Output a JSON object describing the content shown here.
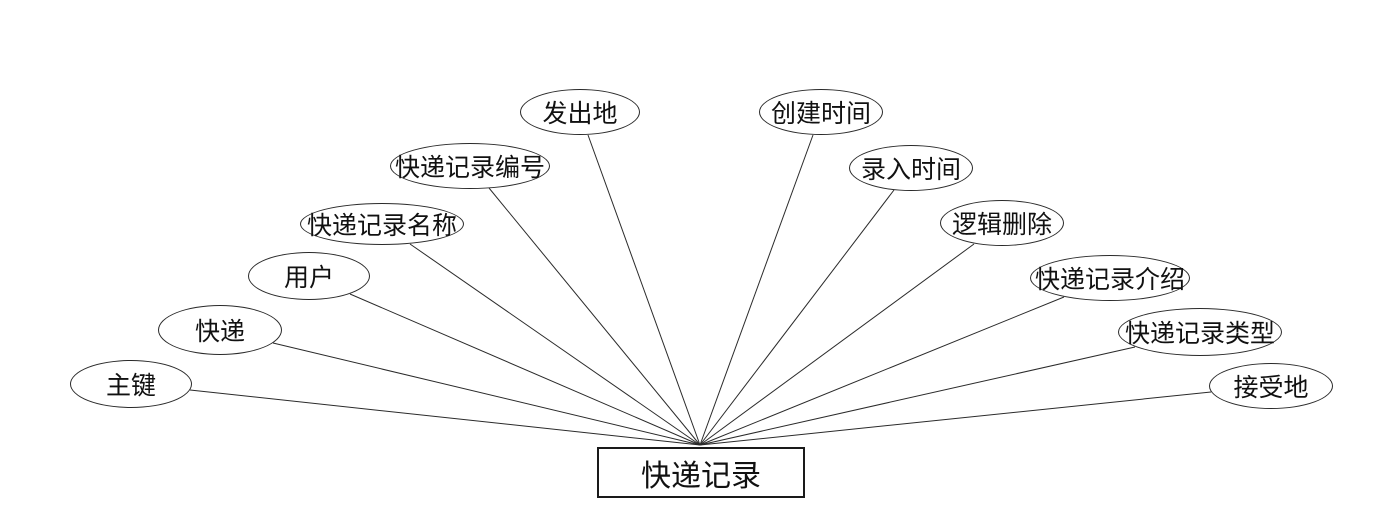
{
  "diagram": {
    "type": "er-attribute-diagram",
    "entity": {
      "label": "快递记录"
    },
    "attributes": [
      "主键",
      "快递",
      "用户",
      "快递记录名称",
      "快递记录编号",
      "发出地",
      "创建时间",
      "录入时间",
      "逻辑删除",
      "快递记录介绍",
      "快递记录类型",
      "接受地"
    ],
    "colors": {
      "background": "#ffffff",
      "stroke": "#2a2a2a",
      "text": "#111111"
    }
  }
}
